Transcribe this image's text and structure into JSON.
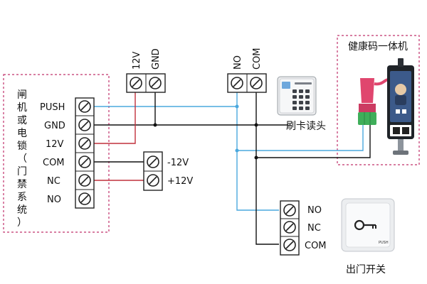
{
  "lock_box": {
    "title_chars": [
      "闸",
      "机",
      "或",
      "电",
      "锁",
      "（",
      "门",
      "禁",
      "系",
      "统",
      "）"
    ],
    "terminals": [
      "PUSH",
      "GND",
      "12V",
      "COM",
      "NC",
      "NO"
    ]
  },
  "power_top": {
    "labels": [
      "12V",
      "GND"
    ]
  },
  "power_side": {
    "labels": [
      "-12V",
      "+12V"
    ]
  },
  "reader_relay": {
    "labels": [
      "NO",
      "COM"
    ]
  },
  "card_reader": {
    "label": "刷卡读头"
  },
  "face_terminal": {
    "title": "健康码一体机"
  },
  "exit_button_block": {
    "labels": [
      "NO",
      "NC",
      "COM"
    ]
  },
  "exit_button": {
    "label": "出门开关",
    "plate_text": "PUSH"
  },
  "colors": {
    "blue": "#4aa8de",
    "red": "#c0303c",
    "black": "#111111",
    "dash": "#c0306a"
  }
}
